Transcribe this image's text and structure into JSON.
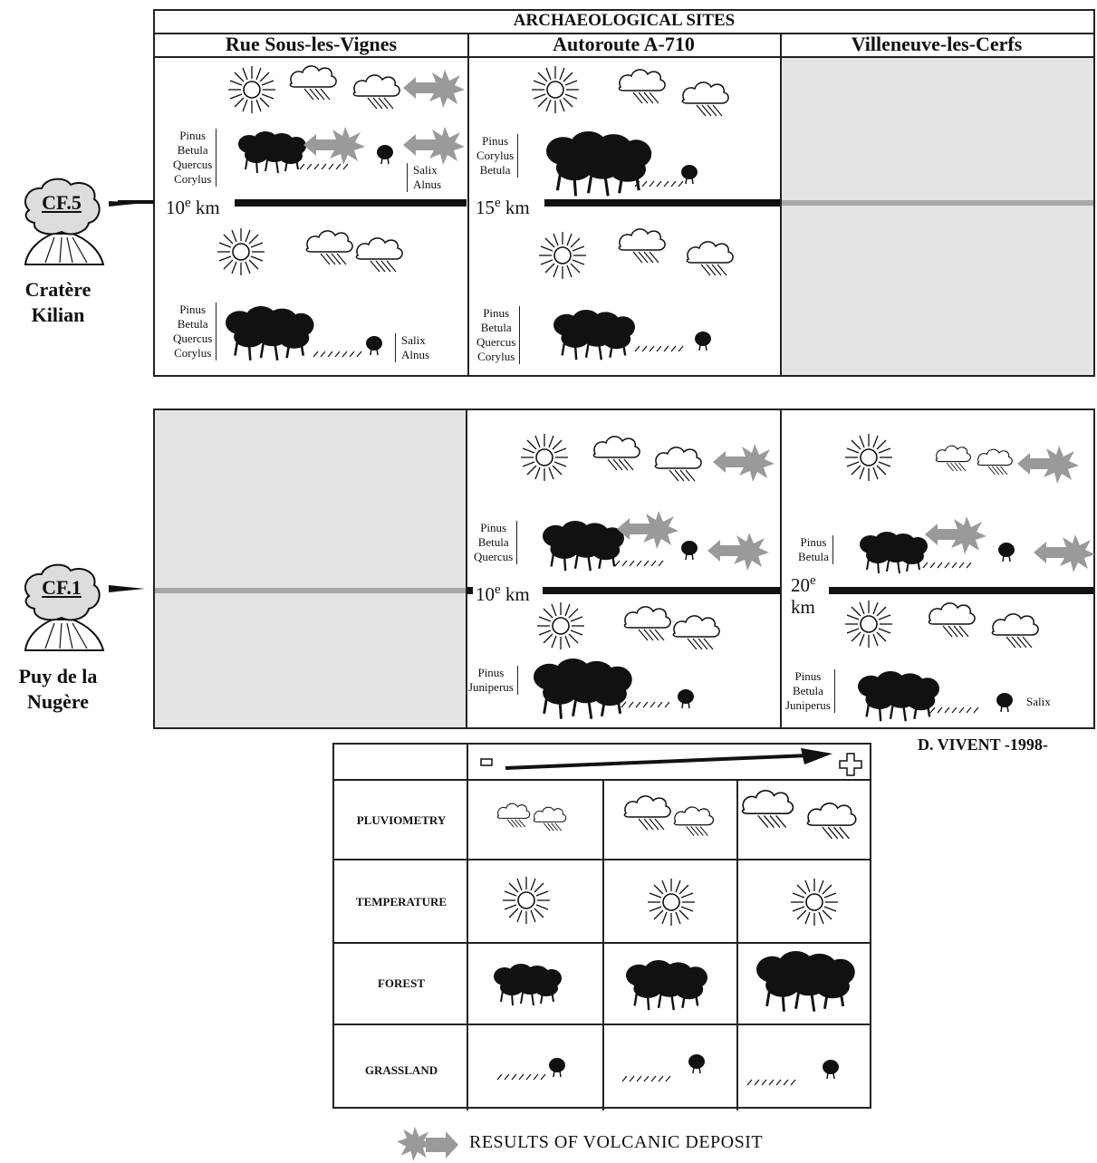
{
  "header": {
    "title": "ARCHAEOLOGICAL SITES",
    "sites": [
      "Rue Sous-les-Vignes",
      "Autoroute A-710",
      "Villeneuve-les-Cerfs"
    ]
  },
  "volcanoes": [
    {
      "badge": "CF.5",
      "name_line1": "Cratère",
      "name_line2": "Kilian"
    },
    {
      "badge": "CF.1",
      "name_line1": "Puy de la",
      "name_line2": "Nugère"
    }
  ],
  "panel1": {
    "distances": [
      {
        "num": "10",
        "sup": "e",
        "unit": "km"
      },
      {
        "num": "15",
        "sup": "e",
        "unit": "km"
      }
    ],
    "site1": {
      "upper_forest": [
        "Pinus",
        "Betula",
        "Quercus",
        "Corylus"
      ],
      "upper_grass": [
        "Salix",
        "Alnus"
      ],
      "lower_forest": [
        "Pinus",
        "Betula",
        "Quercus",
        "Corylus"
      ],
      "lower_grass": [
        "Salix",
        "Alnus"
      ]
    },
    "site2": {
      "upper_forest": [
        "Pinus",
        "Corylus",
        "Betula"
      ],
      "lower_forest": [
        "Pinus",
        "Betula",
        "Quercus",
        "Corylus"
      ]
    }
  },
  "panel2": {
    "distances": [
      {
        "num": "10",
        "sup": "e",
        "unit": "km"
      },
      {
        "num": "20",
        "sup": "e",
        "unit": "km"
      }
    ],
    "site2": {
      "upper_forest": [
        "Pinus",
        "Betula",
        "Quercus"
      ],
      "lower_forest": [
        "Pinus",
        "Juniperus"
      ]
    },
    "site3": {
      "upper_forest": [
        "Pinus",
        "Betula"
      ],
      "lower_forest": [
        "Pinus",
        "Betula",
        "Juniperus"
      ],
      "lower_grass": [
        "Salix"
      ]
    }
  },
  "credit": "D. VIVENT -1998-",
  "legend": {
    "rows": [
      "PLUVIOMETRY",
      "TEMPERATURE",
      "FOREST",
      "GRASSLAND"
    ]
  },
  "footer": "RESULTS OF VOLCANIC DEPOSIT",
  "colors": {
    "ink": "#111111",
    "shade": "#e4e4e4",
    "effect_arrow": "#9a9a9a"
  }
}
